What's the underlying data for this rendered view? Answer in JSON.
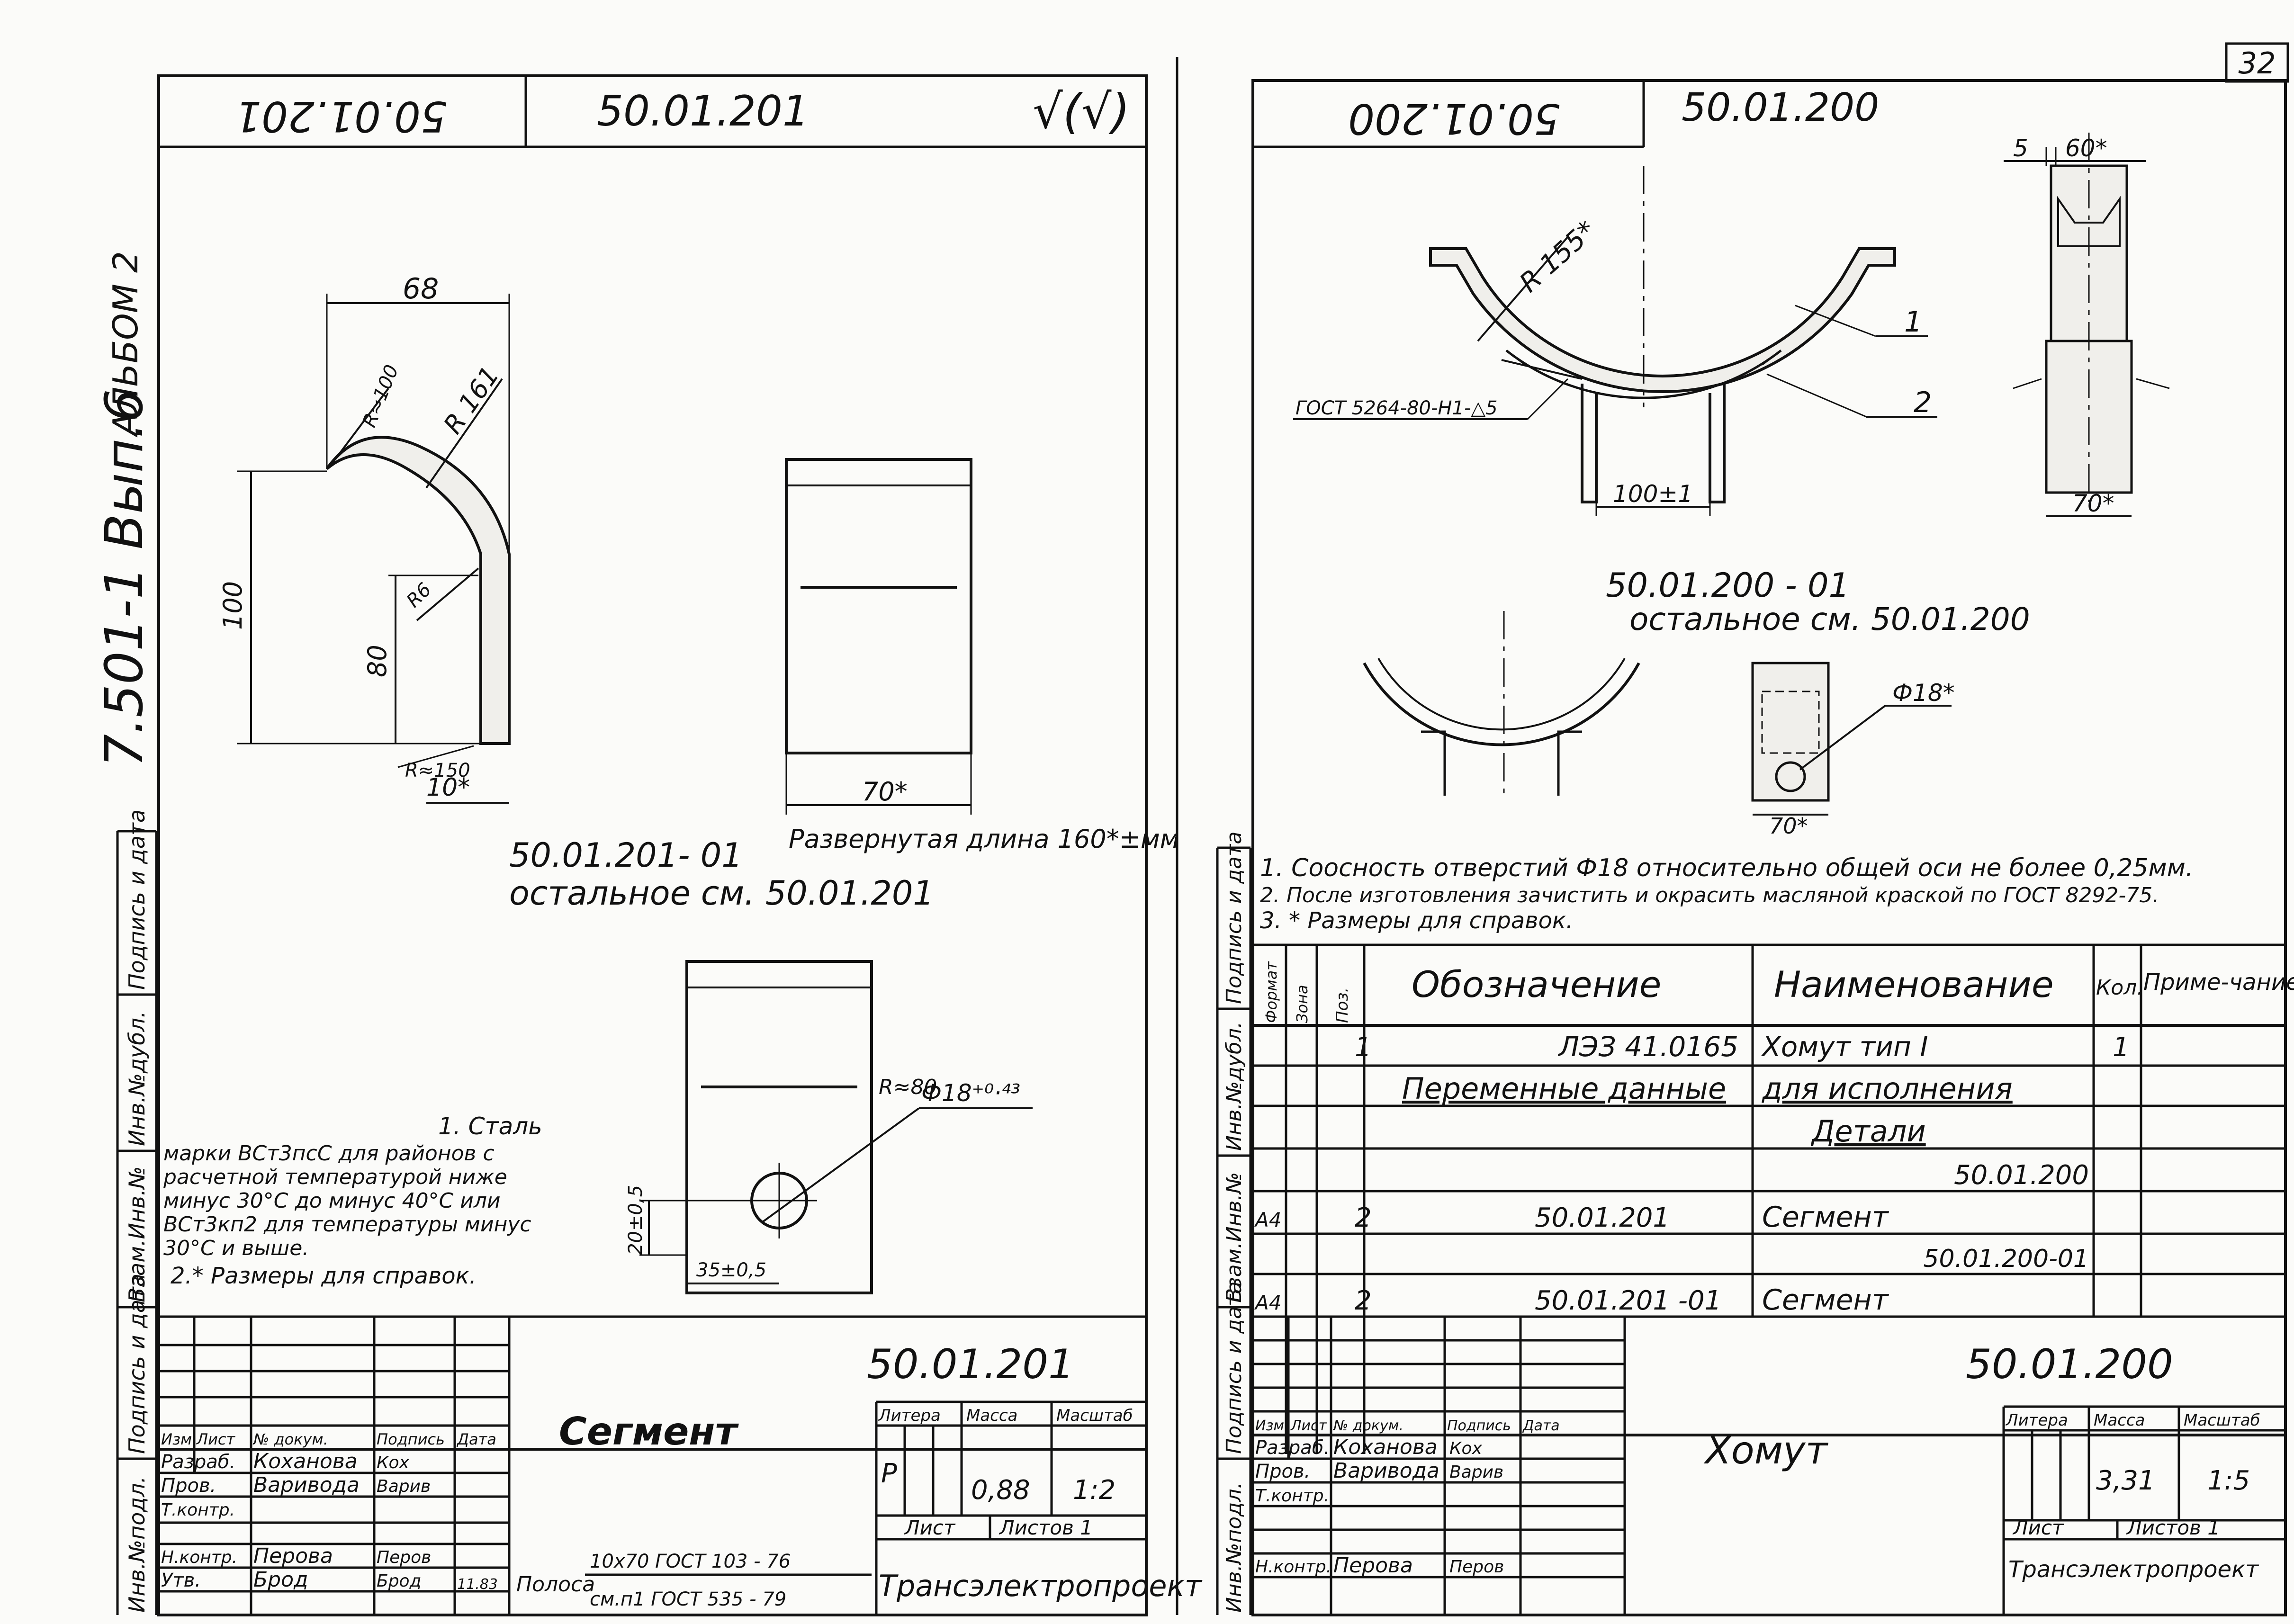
{
  "page_number": "32",
  "side_stamp": {
    "album": "АЛЬБОМ 2",
    "series": "7.501-1 Вып.6"
  },
  "margin_labels_left": [
    "Инв.№подл.",
    "Подпись и дата",
    "Взам.Инв.№",
    "Инв.№дубл.",
    "Подпись и дата"
  ],
  "left_sheet": {
    "code_mirrored": "50.01.201",
    "code_top": "50.01.201",
    "roughness_mark": "√(√)",
    "dims": {
      "width_top": "68",
      "r100": "R≈100",
      "r161": "R 161",
      "height": "100",
      "height_lower": "80",
      "r6": "R6",
      "r150": "R≈150",
      "thickness": "10*",
      "strip_width": "70*",
      "r80": "R≈80",
      "hole": "Ф18⁺⁰·⁴³",
      "hole_y": "20±0,5",
      "hole_x": "35±0,5"
    },
    "developed_length": "Развернутая длина 160*±мм",
    "variant_code": "50.01.201- 01",
    "variant_rest": "остальное см. 50.01.201",
    "note_title": "1. Сталь",
    "note_lines": [
      "марки ВСт3псС для районов с",
      "расчетной температурой ниже",
      "минус 30°С до минус 40°С или",
      "ВСт3кп2 для температуры минус",
      "30°С и выше.",
      "2.* Размеры для справок."
    ],
    "title_block": {
      "designation": "50.01.201",
      "name": "Сегмент",
      "col_headers": [
        "Изм.",
        "Лист",
        "№ докум.",
        "Подпись",
        "Дата"
      ],
      "roles": [
        "Разраб.",
        "Пров.",
        "Т.контр.",
        "",
        "Н.контр.",
        "Утв."
      ],
      "people": [
        "Коханова",
        "Варивода",
        "",
        "",
        "Перова",
        "Брод"
      ],
      "signatures": [
        "Кох",
        "Варив",
        "",
        "",
        "Перов",
        "Брод"
      ],
      "date": "11.83",
      "lit_header": "Литера",
      "mass_header": "Масса",
      "scale_header": "Масштаб",
      "lit": "Р",
      "mass": "0,88",
      "scale": "1:2",
      "sheet_label": "Лист",
      "sheets_label": "Листов 1",
      "material_label": "Полоса",
      "material_top": "10х70 ГОСТ 103 - 76",
      "material_bottom": "см.п1 ГОСТ 535 - 79",
      "org": "Трансэлектропроект"
    }
  },
  "right_sheet": {
    "code_mirrored": "50.01.200",
    "code_top": "50.01.200",
    "dims": {
      "r155": "R 155*",
      "pos1": "1",
      "pos2": "2",
      "weld": "ГОСТ 5264-80-Н1-△5",
      "base": "100±1",
      "five": "5",
      "sixty": "60*",
      "seventy": "70*",
      "hole": "Ф18*",
      "seventy2": "70*"
    },
    "variant_code": "50.01.200 - 01",
    "variant_rest": "остальное см. 50.01.200",
    "notes": [
      "1. Соосность отверстий Ф18 относительно общей оси не более 0,25мм.",
      "2. После изготовления зачистить и окрасить масляной краской по ГОСТ 8292-75.",
      "3. * Размеры для справок."
    ],
    "spec_headers": [
      "Формат",
      "Зона",
      "Поз.",
      "Обозначение",
      "Наименование",
      "Кол.",
      "Приме-чание"
    ],
    "spec_rows": [
      {
        "fmt": "",
        "pos": "1",
        "des": "ЛЭЗ 41.0165",
        "name": "Хомут тип I",
        "qty": "1"
      },
      {
        "fmt": "",
        "pos": "",
        "des": "Переменные данные",
        "name": "для исполнения",
        "qty": ""
      },
      {
        "fmt": "",
        "pos": "",
        "des": "",
        "name": "Детали",
        "qty": ""
      },
      {
        "fmt": "",
        "pos": "",
        "des": "",
        "name": "50.01.200",
        "qty": ""
      },
      {
        "fmt": "А4",
        "pos": "2",
        "des": "50.01.201",
        "name": "Сегмент",
        "qty": ""
      },
      {
        "fmt": "",
        "pos": "",
        "des": "",
        "name": "50.01.200-01",
        "qty": ""
      },
      {
        "fmt": "А4",
        "pos": "2",
        "des": "50.01.201 -01",
        "name": "Сегмент",
        "qty": ""
      }
    ],
    "title_block": {
      "designation": "50.01.200",
      "name": "Хомут",
      "col_headers": [
        "Изм.",
        "Лист",
        "№ докум.",
        "Подпись",
        "Дата"
      ],
      "roles": [
        "Разраб.",
        "Пров.",
        "Т.контр.",
        "",
        "Н.контр."
      ],
      "people": [
        "Коханова",
        "Варивода",
        "",
        "",
        "Перова"
      ],
      "signatures": [
        "Кох",
        "Варив",
        "",
        "",
        "Перов"
      ],
      "lit_header": "Литера",
      "mass_header": "Масса",
      "scale_header": "Масштаб",
      "mass": "3,31",
      "scale": "1:5",
      "sheet_label": "Лист",
      "sheets_label": "Листов 1",
      "org": "Трансэлектропроект"
    }
  }
}
